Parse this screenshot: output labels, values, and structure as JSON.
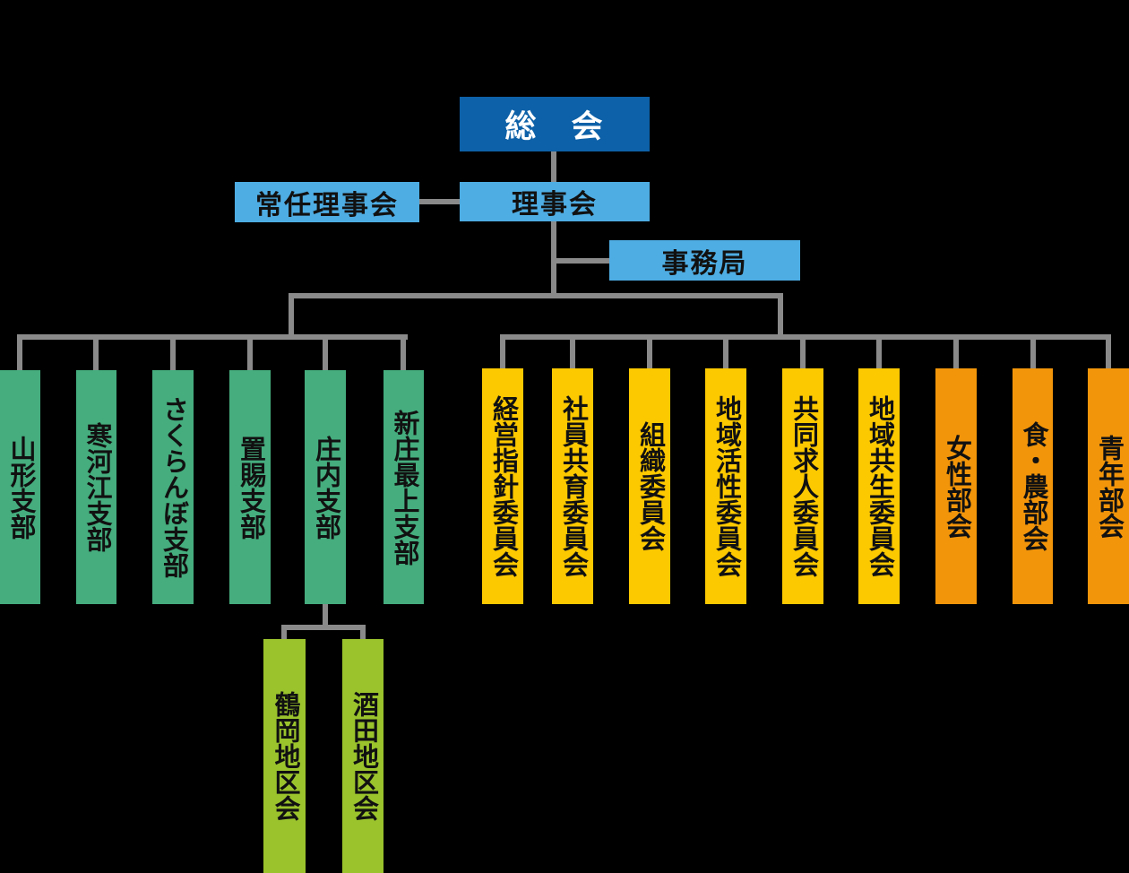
{
  "chart": {
    "root": "総　会",
    "standing_board": "常任理事会",
    "board": "理事会",
    "secretariat": "事務局",
    "branches": [
      "山形支部",
      "寒河江支部",
      "さくらんぼ支部",
      "置賜支部",
      "庄内支部",
      "新庄最上支部"
    ],
    "committees": [
      "経営指針委員会",
      "社員共育委員会",
      "組織委員会",
      "地域活性委員会",
      "共同求人委員会",
      "地域共生委員会"
    ],
    "sections": [
      "女性部会",
      "食・農部会",
      "青年部会"
    ],
    "districts": [
      "鶴岡地区会",
      "酒田地区会"
    ]
  },
  "colors": {
    "background": "#000000",
    "root_blue": "#0D61A8",
    "light_blue": "#4EADE3",
    "branch_green": "#45AD7E",
    "committee_yellow": "#FCC800",
    "section_orange": "#F2950A",
    "district_yellow_green": "#9AC32C",
    "connector_gray": "#8A8A8A",
    "text_dark": "#111111",
    "text_white": "#FFFFFF"
  }
}
